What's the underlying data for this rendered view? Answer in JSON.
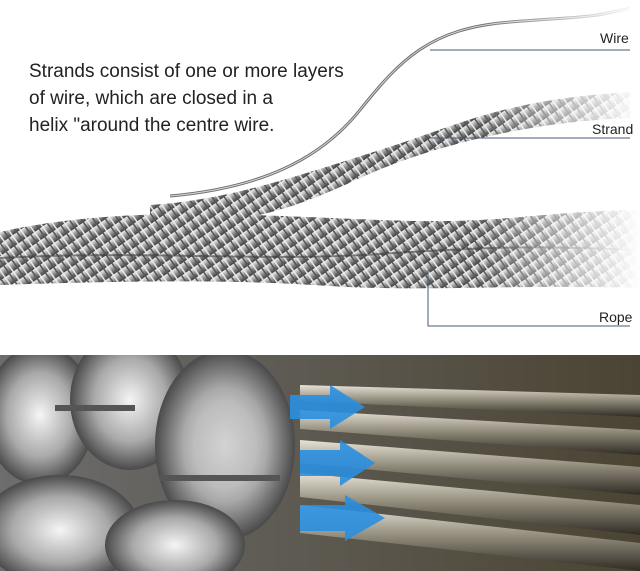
{
  "caption": {
    "lines": [
      "Strands consist of one or more layers",
      "of wire, which are closed in a",
      "helix \"around the centre wire."
    ]
  },
  "labels": {
    "wire": "Wire",
    "strand": "Strand",
    "rope": "Rope"
  },
  "colors": {
    "callout_line": "#4a5a78",
    "arrow": "#2a8fe0",
    "steel_light": "#d9d9d9",
    "steel_dark": "#5d5d5d"
  },
  "icons": {
    "arrow": "arrow-right-icon"
  }
}
